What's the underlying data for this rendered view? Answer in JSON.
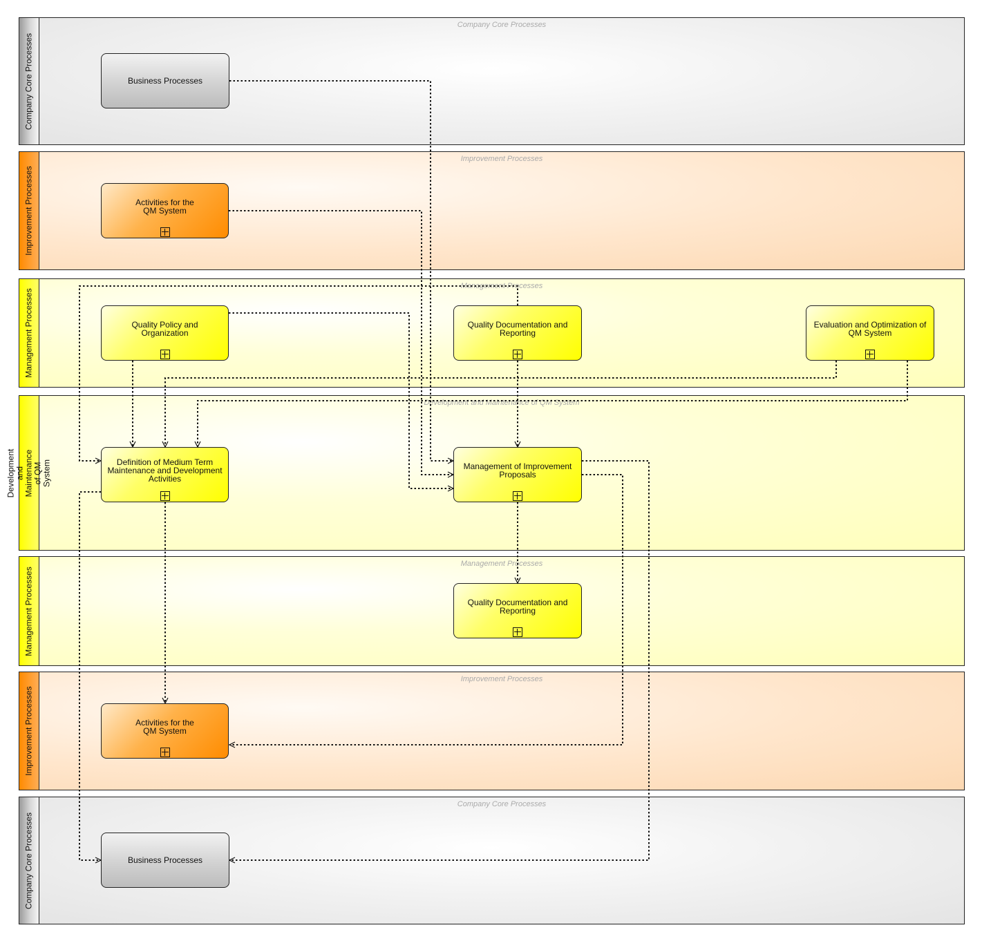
{
  "lanes": [
    {
      "label": "Company Core Processes",
      "title": "Company Core Processes",
      "style": "gray"
    },
    {
      "label": "Improvement Processes",
      "title": "Improvement Processes",
      "style": "orange"
    },
    {
      "label": "Management Processes",
      "title": "Management Processes",
      "style": "yellow"
    },
    {
      "label": "Development and Maintenance of QM\nSystem",
      "title": "Development and Maintenance of QM System",
      "style": "yellow"
    },
    {
      "label": "Management Processes",
      "title": "Management Processes",
      "style": "yellow"
    },
    {
      "label": "Improvement Processes",
      "title": "Improvement Processes",
      "style": "orange"
    },
    {
      "label": "Company Core Processes",
      "title": "Company Core Processes",
      "style": "gray"
    }
  ],
  "boxes": {
    "business_processes_top": "Business Processes",
    "activities_qm_top": "Activities for the\nQM System",
    "quality_policy": "Quality Policy and\nOrganization",
    "quality_documentation_top": "Quality Documentation and\nReporting",
    "evaluation_optimization": "Evaluation and Optimization of\nQM System",
    "definition_medium_term": "Definition of Medium Term\nMaintenance and Development\nActivities",
    "management_improvement": "Management of Improvement\nProposals",
    "quality_documentation_bottom": "Quality Documentation and\nReporting",
    "activities_qm_bottom": "Activities for the\nQM System",
    "business_processes_bottom": "Business Processes"
  },
  "colors": {
    "yellow": "#ffff00",
    "orange": "#ff8c00",
    "gray": "#c8c8c8",
    "line": "#111111"
  }
}
